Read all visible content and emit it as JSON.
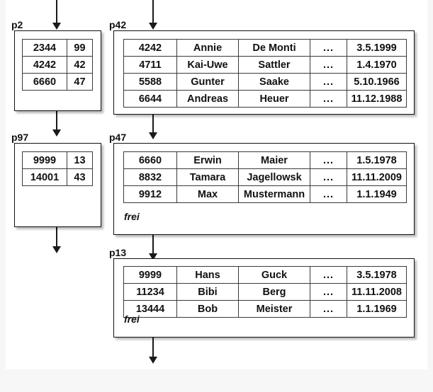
{
  "diagram": {
    "type": "b-tree-leaf-page-chain",
    "blocks": [
      {
        "id": "p2",
        "label": "p2",
        "kind": "index-page",
        "columns": 2,
        "rows": [
          [
            "2344",
            "99"
          ],
          [
            "4242",
            "42"
          ],
          [
            "6660",
            "47"
          ]
        ],
        "free_label": ""
      },
      {
        "id": "p42",
        "label": "p42",
        "kind": "data-page",
        "columns": 5,
        "rows": [
          [
            "4242",
            "Annie",
            "De Monti",
            "...",
            "3.5.1999"
          ],
          [
            "4711",
            "Kai-Uwe",
            "Sattler",
            "...",
            "1.4.1970"
          ],
          [
            "5588",
            "Gunter",
            "Saake",
            "...",
            "5.10.1966"
          ],
          [
            "6644",
            "Andreas",
            "Heuer",
            "...",
            "11.12.1988"
          ]
        ],
        "free_label": ""
      },
      {
        "id": "p97",
        "label": "p97",
        "kind": "index-page",
        "columns": 2,
        "rows": [
          [
            "9999",
            "13"
          ],
          [
            "14001",
            "43"
          ]
        ],
        "free_label": ""
      },
      {
        "id": "p47",
        "label": "p47",
        "kind": "data-page",
        "columns": 5,
        "rows": [
          [
            "6660",
            "Erwin",
            "Maier",
            "...",
            "1.5.1978"
          ],
          [
            "8832",
            "Tamara",
            "Jagellowsk",
            "...",
            "11.11.2009"
          ],
          [
            "9912",
            "Max",
            "Mustermann",
            "...",
            "1.1.1949"
          ]
        ],
        "free_label": "frei"
      },
      {
        "id": "p13",
        "label": "p13",
        "kind": "data-page",
        "columns": 5,
        "rows": [
          [
            "9999",
            "Hans",
            "Guck",
            "...",
            "3.5.1978"
          ],
          [
            "11234",
            "Bibi",
            "Berg",
            "...",
            "11.11.2008"
          ],
          [
            "13444",
            "Bob",
            "Meister",
            "...",
            "1.1.1969"
          ]
        ],
        "free_label": "frei"
      }
    ],
    "arrows": [
      {
        "id": "arrow-into-p2",
        "from": "top-edge",
        "to": "p2"
      },
      {
        "id": "arrow-into-p42",
        "from": "top-edge",
        "to": "p42"
      },
      {
        "id": "arrow-p2-p97",
        "from": "p2",
        "to": "p97"
      },
      {
        "id": "arrow-p42-p47",
        "from": "p42",
        "to": "p47"
      },
      {
        "id": "arrow-p97-out",
        "from": "p97",
        "to": "bottom-open"
      },
      {
        "id": "arrow-p47-p13",
        "from": "p47",
        "to": "p13"
      },
      {
        "id": "arrow-p13-out",
        "from": "p13",
        "to": "bottom-open"
      }
    ]
  },
  "colors": {
    "page_background": "#ffffff",
    "canvas_background": "#f7f7f7",
    "line": "#111111",
    "cell_border": "#3a3a3a"
  }
}
